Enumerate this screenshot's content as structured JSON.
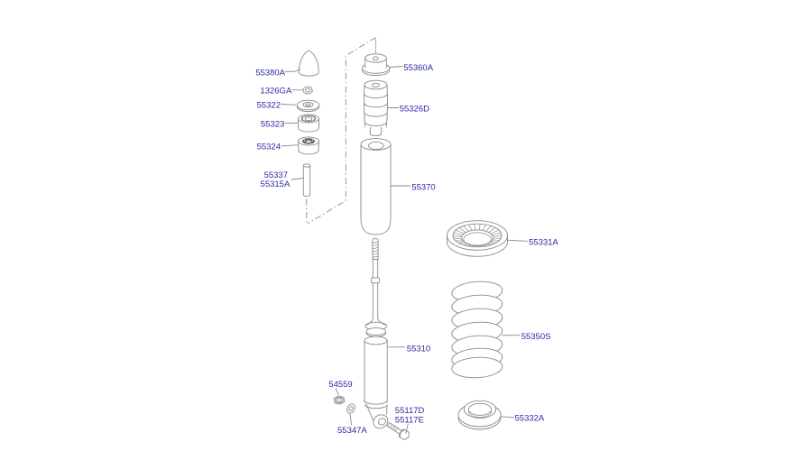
{
  "diagram": {
    "part_codes": {
      "c55380A": "55380A",
      "c1326GA": "1326GA",
      "c55322": "55322",
      "c55323": "55323",
      "c55324": "55324",
      "c55337": "55337",
      "c55315A": "55315A",
      "c55360A": "55360A",
      "c55326D": "55326D",
      "c55370": "55370",
      "c55331A": "55331A",
      "c55350S": "55350S",
      "c55310": "55310",
      "c54559": "54559",
      "c55117D": "55117D",
      "c55117E": "55117E",
      "c55347A": "55347A",
      "c55332A": "55332A"
    },
    "colors": {
      "label_color": "#2a2aa4",
      "line_color": "#8a8a8a",
      "background_color": "#ffffff"
    }
  }
}
